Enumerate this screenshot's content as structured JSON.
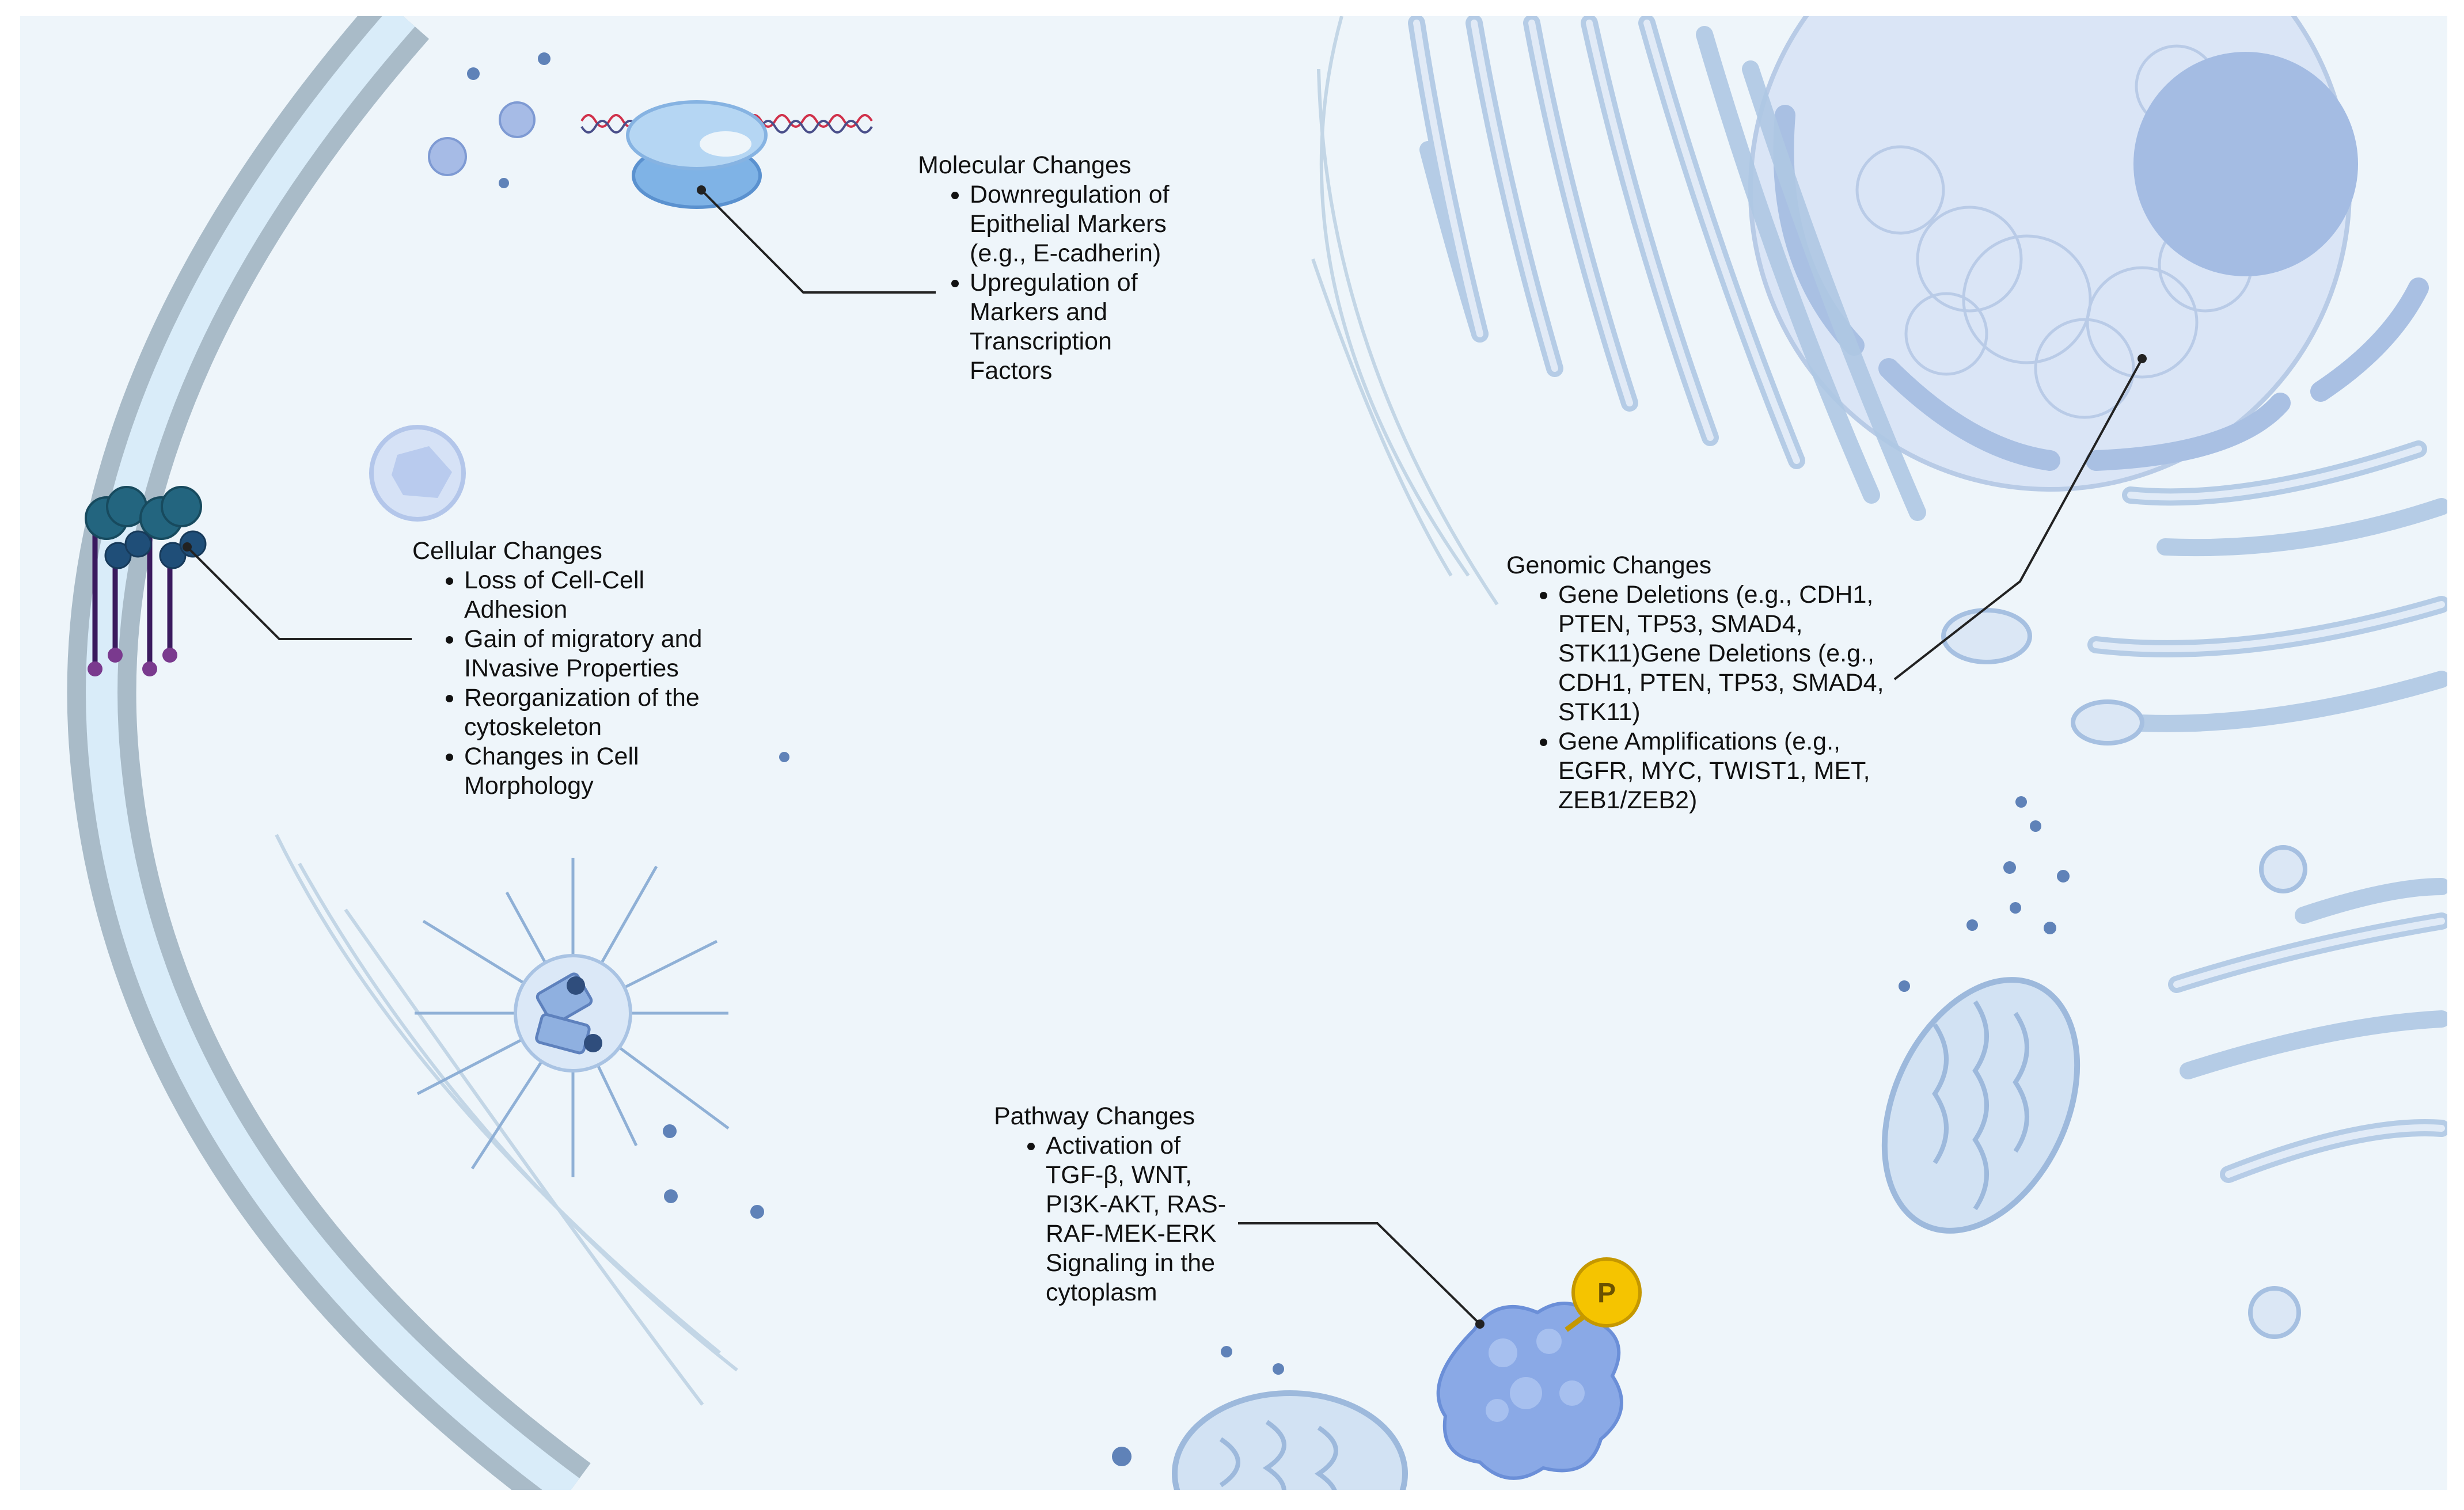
{
  "colors": {
    "background": "#eef5fa",
    "membrane_outer": "#a9bbc8",
    "membrane_inner": "#d8ebf8",
    "organelle_fill": "#cfe0f1",
    "organelle_stroke": "#9ebbdc",
    "nucleus": "#dbe6f6",
    "nucleolus": "#a4bce3",
    "kinase": "#8aa9e6",
    "phosphate": "#f5c400",
    "receptor": "#23657f",
    "receptor_stem": "#3a1a5e",
    "leader_line": "#222222"
  },
  "phosphate_label": "P",
  "annotations": {
    "molecular": {
      "title": "Molecular Changes",
      "items": [
        "Downregulation of Epithelial Markers (e.g., E-cadherin)",
        "Upregulation of Markers and Transcription Factors"
      ]
    },
    "cellular": {
      "title": "Cellular Changes",
      "items": [
        "Loss of Cell-Cell Adhesion",
        "Gain of migratory and INvasive Properties",
        "Reorganization of the cytoskeleton",
        "Changes in Cell Morphology"
      ]
    },
    "genomic": {
      "title": "Genomic Changes",
      "items": [
        "Gene Deletions (e.g., CDH1, PTEN, TP53, SMAD4, STK11)Gene Deletions (e.g., CDH1, PTEN, TP53, SMAD4, STK11)",
        "Gene Amplifications (e.g., EGFR, MYC, TWIST1, MET, ZEB1/ZEB2)"
      ]
    },
    "pathway": {
      "title": "Pathway Changes",
      "items": [
        "Activation of TGF-β, WNT, PI3K-AKT, RAS-RAF-MEK-ERK Signaling in the cytoplasm"
      ]
    }
  }
}
